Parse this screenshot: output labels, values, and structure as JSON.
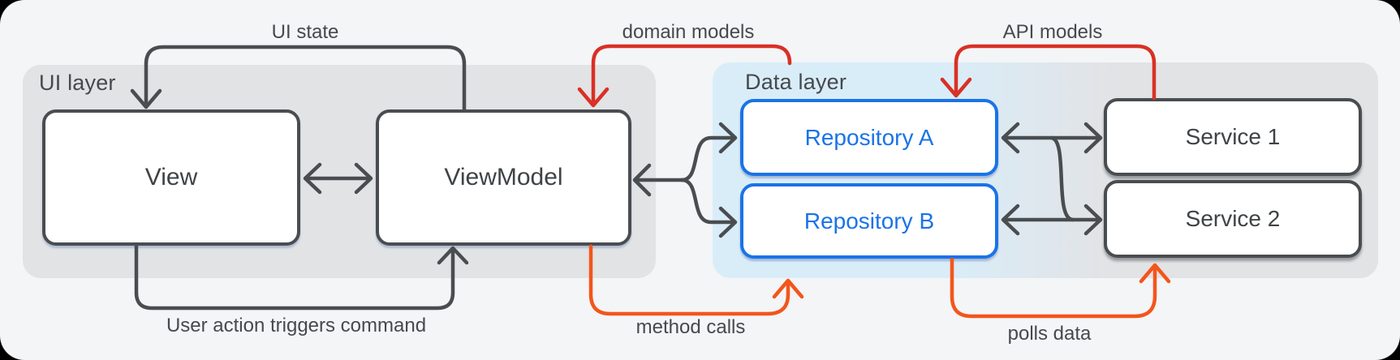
{
  "diagram": {
    "layers": {
      "ui": {
        "label": "UI layer"
      },
      "data": {
        "label": "Data layer"
      }
    },
    "nodes": {
      "view": {
        "label": "View"
      },
      "viewmodel": {
        "label": "ViewModel"
      },
      "repo_a": {
        "label": "Repository A"
      },
      "repo_b": {
        "label": "Repository B"
      },
      "service_1": {
        "label": "Service 1"
      },
      "service_2": {
        "label": "Service 2"
      }
    },
    "edges": {
      "ui_state": {
        "label": "UI state"
      },
      "domain_models": {
        "label": "domain models"
      },
      "api_models": {
        "label": "API models"
      },
      "user_action": {
        "label": "User action triggers command"
      },
      "method_calls": {
        "label": "method calls"
      },
      "polls_data": {
        "label": "polls data"
      }
    },
    "colors": {
      "background": "#f3f5f7",
      "panel_gray": "#e2e3e5",
      "panel_blue": "#d9edf9",
      "accent_blue": "#1a73e8",
      "arrow_dark": "#4a4d50",
      "arrow_red": "#d93025",
      "arrow_orange": "#f4551b"
    }
  }
}
